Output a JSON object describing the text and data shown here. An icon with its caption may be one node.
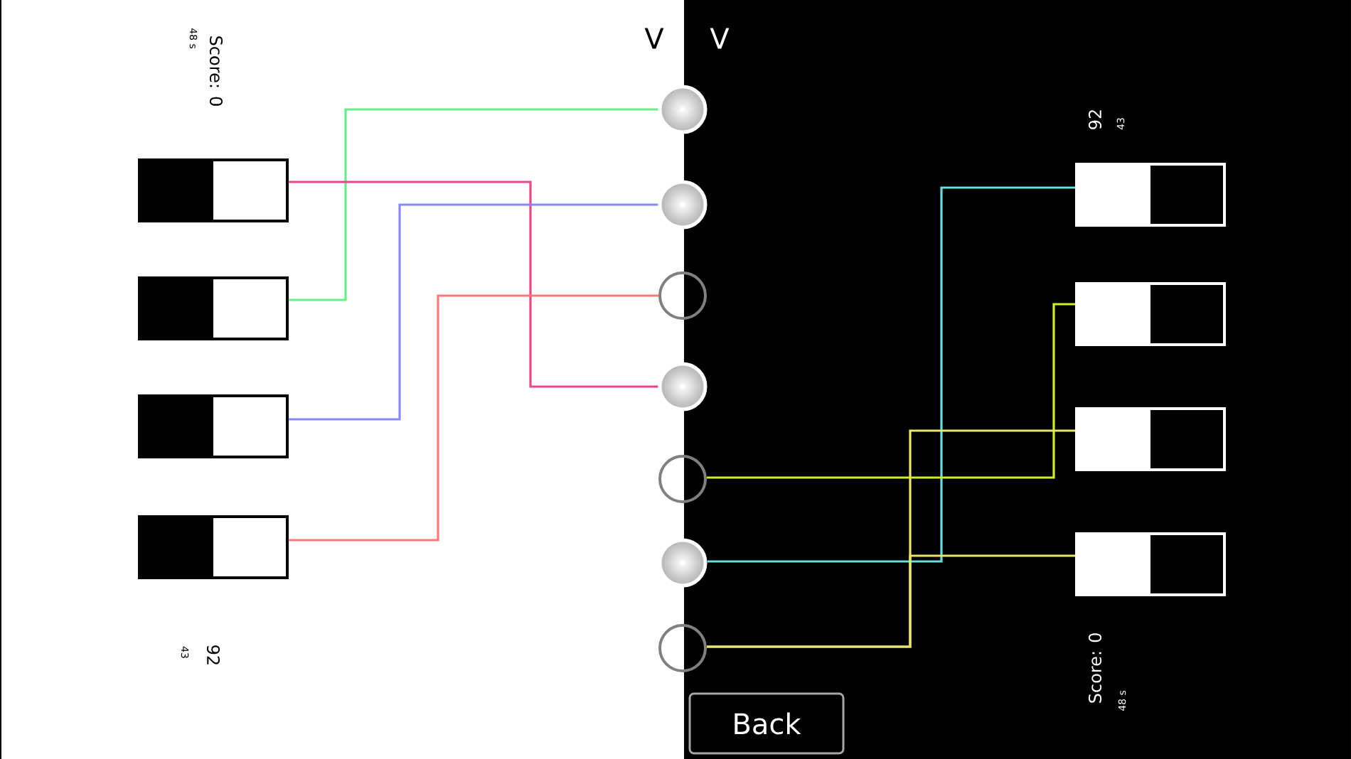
{
  "diagram": {
    "nodes": [
      {
        "text": [],
        "shape": "box"
      },
      {
        "text": [],
        "shape": "box"
      },
      {
        "text": [],
        "shape": "box"
      },
      {
        "text": [],
        "shape": "box"
      },
      {
        "text": [],
        "shape": "circle"
      },
      {
        "text": [],
        "shape": "circle"
      },
      {
        "text": [],
        "shape": "circle"
      },
      {
        "text": [],
        "shape": "circle"
      },
      {
        "text": [],
        "shape": "circle"
      },
      {
        "text": [],
        "shape": "circle"
      },
      {
        "text": [],
        "shape": "circle"
      },
      {
        "text": [],
        "shape": "box"
      },
      {
        "text": [],
        "shape": "box"
      },
      {
        "text": [],
        "shape": "box"
      },
      {
        "text": [],
        "shape": "box"
      },
      {
        "text": [
          "Back"
        ]
      }
    ],
    "edges": [
      {
        "from": 1,
        "to": 4,
        "arrow": "none",
        "color": "#66ee88"
      },
      {
        "from": 0,
        "to": 7,
        "arrow": "none",
        "color": "#ee4488"
      },
      {
        "from": 2,
        "to": 5,
        "arrow": "none",
        "color": "#8888ff"
      },
      {
        "from": 3,
        "to": 6,
        "arrow": "none",
        "color": "#ff7777"
      },
      {
        "from": 9,
        "to": 11,
        "arrow": "none",
        "color": "#66dddd"
      },
      {
        "from": 8,
        "to": 12,
        "arrow": "none",
        "color": "#ccee22"
      },
      {
        "from": 10,
        "to": 13,
        "arrow": "none",
        "color": "#e6e66a"
      },
      {
        "from": 10,
        "to": 14,
        "arrow": "none",
        "color": "#e6e66a"
      }
    ],
    "labels": [
      "Score: 0",
      "48 s",
      "V",
      "V",
      "92",
      "43",
      "92",
      "43",
      "Score: 0",
      "48 s"
    ]
  }
}
